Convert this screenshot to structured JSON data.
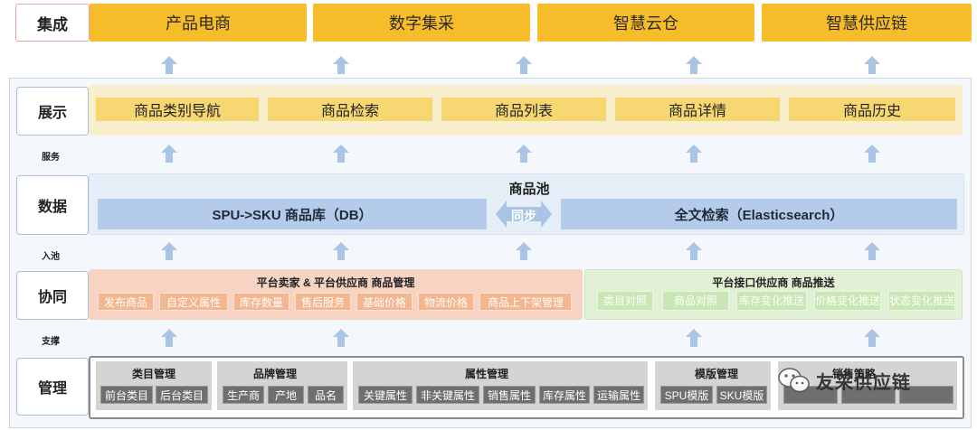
{
  "integration": {
    "label": "集成",
    "items": [
      "产品电商",
      "数字集采",
      "智慧云仓",
      "智慧供应链"
    ]
  },
  "show": {
    "label": "展示",
    "items": [
      "商品类别导航",
      "商品检索",
      "商品列表",
      "商品详情",
      "商品历史"
    ]
  },
  "service_label": "服务",
  "data_layer": {
    "label": "数据",
    "pool_title": "商品池",
    "db": "SPU->SKU 商品库（DB）",
    "sync": "同步",
    "search": "全文检索（Elasticsearch）"
  },
  "pool_in_label": "入池",
  "collab": {
    "label": "协同",
    "left_title": "平台卖家 & 平台供应商 商品管理",
    "left_items": [
      "发布商品",
      "自定义属性",
      "库存数量",
      "售后服务",
      "基础价格",
      "物流价格",
      "商品上下架管理"
    ],
    "right_title": "平台接口供应商 商品推送",
    "right_items": [
      "类目对照",
      "商品对照",
      "库存变化推送",
      "价格变化推送",
      "状态变化推送"
    ]
  },
  "support_label": "支撑",
  "manage": {
    "label": "管理",
    "groups": [
      {
        "title": "类目管理",
        "items": [
          "前台类目",
          "后台类目"
        ]
      },
      {
        "title": "品牌管理",
        "items": [
          "生产商",
          "产地",
          "品名"
        ]
      },
      {
        "title": "属性管理",
        "items": [
          "关键属性",
          "非关键属性",
          "销售属性",
          "库存属性",
          "运输属性"
        ]
      },
      {
        "title": "模版管理",
        "items": [
          "SPU模版",
          "SKU模版"
        ]
      },
      {
        "title": "销售策略",
        "items": [
          "",
          "",
          ""
        ]
      }
    ]
  },
  "watermark": "友采供应链",
  "colors": {
    "integration": "#f6bc2a",
    "show": "#f7d772",
    "data": "#b4ccea",
    "collab_left": "#f4b68f",
    "collab_right": "#c9e7b4",
    "manage": "#6f6f6f",
    "arrow": "#a9c4e4"
  }
}
